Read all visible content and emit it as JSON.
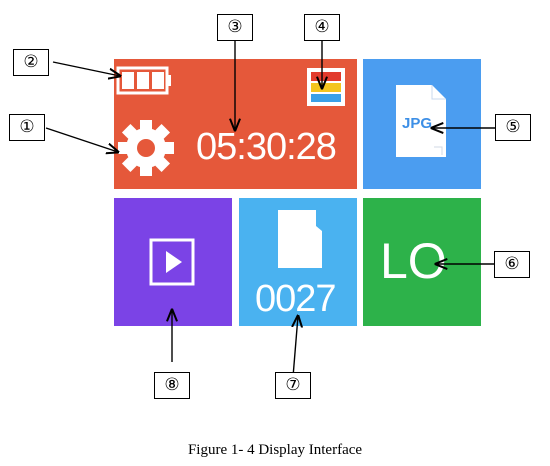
{
  "display": {
    "time": "05:30:28",
    "mode_label": "LO",
    "file_format_label": "JPG",
    "photo_count": "0027"
  },
  "callouts": [
    "①",
    "②",
    "③",
    "④",
    "⑤",
    "⑥",
    "⑦",
    "⑧"
  ],
  "caption": "Figure 1- 4 Display Interface",
  "colors": {
    "main_tile": "#e5583a",
    "format_tile": "#4b9df0",
    "play_tile": "#7b43e6",
    "storage_tile": "#4ab2f0",
    "mode_tile": "#2db24a"
  },
  "icons": [
    "settings-gear-icon",
    "battery-icon",
    "color-bars-icon",
    "jpg-file-icon",
    "play-icon",
    "sd-card-icon"
  ]
}
